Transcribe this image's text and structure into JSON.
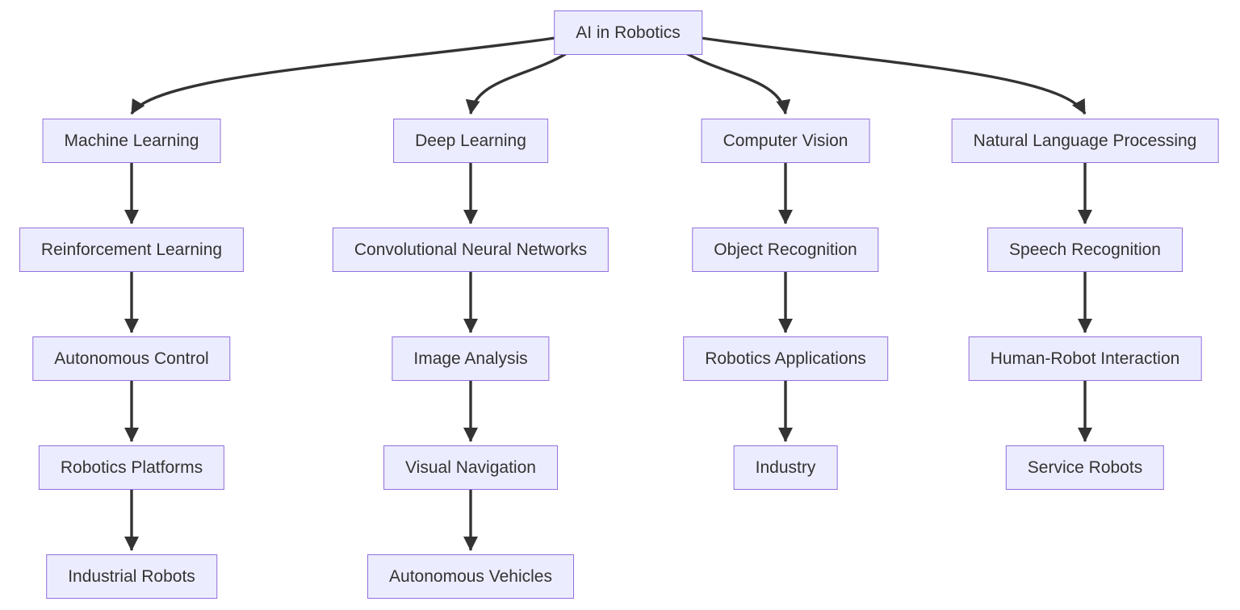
{
  "diagram": {
    "type": "flowchart-top-down",
    "colors": {
      "node_fill": "#ECECFF",
      "node_border": "#9370DB",
      "edge": "#333333",
      "text": "#333333",
      "background": "#FFFFFF"
    },
    "nodes": {
      "root": {
        "label": "AI in Robotics"
      },
      "ml": {
        "label": "Machine Learning"
      },
      "rl": {
        "label": "Reinforcement Learning"
      },
      "ac": {
        "label": "Autonomous Control"
      },
      "rp": {
        "label": "Robotics Platforms"
      },
      "ir": {
        "label": "Industrial Robots"
      },
      "dl": {
        "label": "Deep Learning"
      },
      "cnn": {
        "label": "Convolutional Neural Networks"
      },
      "ia": {
        "label": "Image Analysis"
      },
      "vn": {
        "label": "Visual Navigation"
      },
      "av": {
        "label": "Autonomous Vehicles"
      },
      "cv": {
        "label": "Computer Vision"
      },
      "or": {
        "label": "Object Recognition"
      },
      "ra": {
        "label": "Robotics Applications"
      },
      "ind": {
        "label": "Industry"
      },
      "nlp": {
        "label": "Natural Language Processing"
      },
      "sr": {
        "label": "Speech Recognition"
      },
      "hri": {
        "label": "Human-Robot Interaction"
      },
      "serv": {
        "label": "Service Robots"
      }
    },
    "edges": [
      {
        "from": "AI in Robotics",
        "to": "Machine Learning"
      },
      {
        "from": "AI in Robotics",
        "to": "Deep Learning"
      },
      {
        "from": "AI in Robotics",
        "to": "Computer Vision"
      },
      {
        "from": "AI in Robotics",
        "to": "Natural Language Processing"
      },
      {
        "from": "Machine Learning",
        "to": "Reinforcement Learning"
      },
      {
        "from": "Reinforcement Learning",
        "to": "Autonomous Control"
      },
      {
        "from": "Autonomous Control",
        "to": "Robotics Platforms"
      },
      {
        "from": "Robotics Platforms",
        "to": "Industrial Robots"
      },
      {
        "from": "Deep Learning",
        "to": "Convolutional Neural Networks"
      },
      {
        "from": "Convolutional Neural Networks",
        "to": "Image Analysis"
      },
      {
        "from": "Image Analysis",
        "to": "Visual Navigation"
      },
      {
        "from": "Visual Navigation",
        "to": "Autonomous Vehicles"
      },
      {
        "from": "Computer Vision",
        "to": "Object Recognition"
      },
      {
        "from": "Object Recognition",
        "to": "Robotics Applications"
      },
      {
        "from": "Robotics Applications",
        "to": "Industry"
      },
      {
        "from": "Natural Language Processing",
        "to": "Speech Recognition"
      },
      {
        "from": "Speech Recognition",
        "to": "Human-Robot Interaction"
      },
      {
        "from": "Human-Robot Interaction",
        "to": "Service Robots"
      }
    ]
  }
}
